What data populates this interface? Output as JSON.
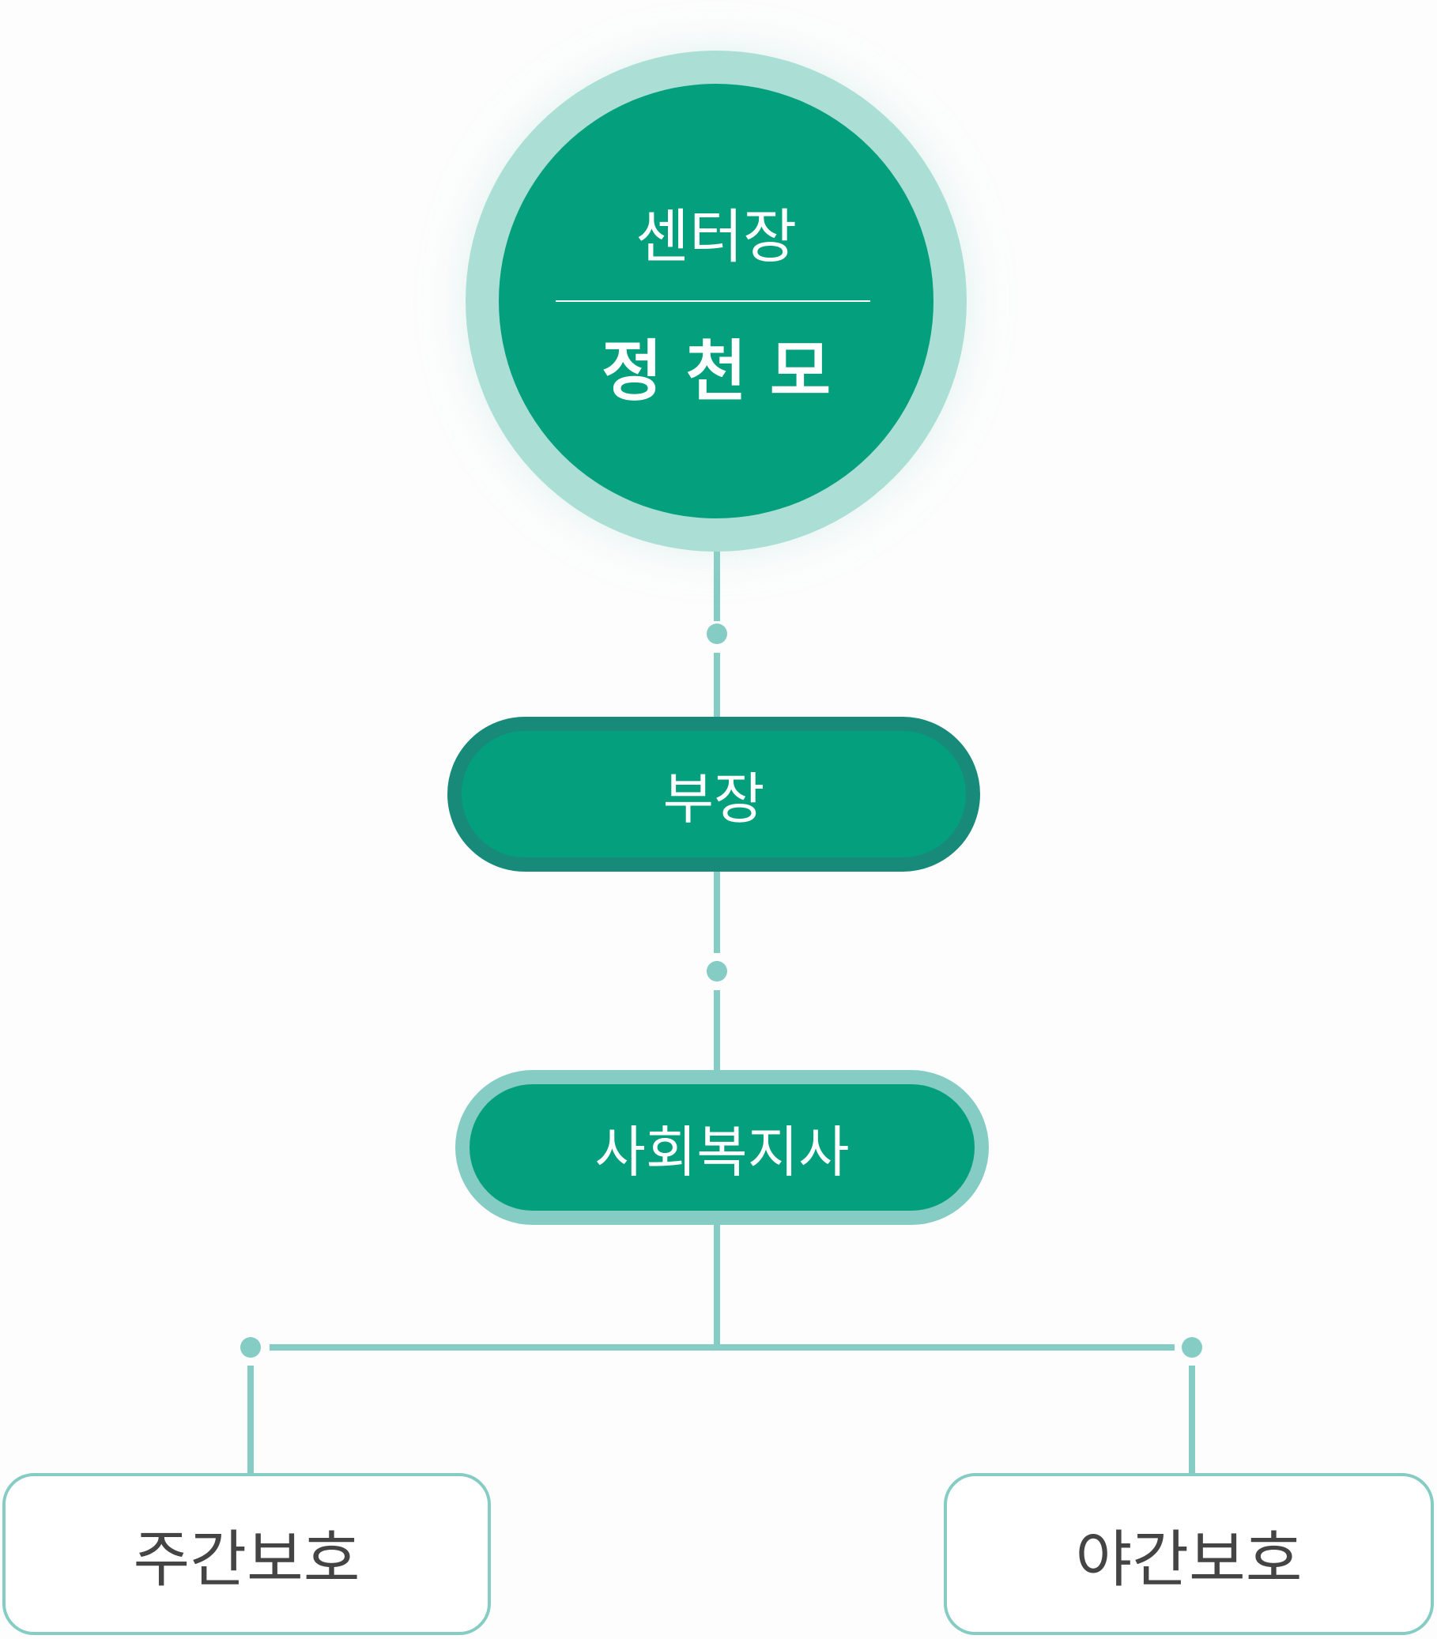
{
  "director": {
    "title": "센터장",
    "name": "정 천 모"
  },
  "levels": {
    "deputy": "부장",
    "social_worker": "사회복지사"
  },
  "teams": [
    {
      "label": "주간보호"
    },
    {
      "label": "야간보호"
    }
  ],
  "colors": {
    "primary": "#04a07e",
    "ring": "#abdfd6",
    "connector": "#85cdc4",
    "deputy_border": "#178a7a",
    "team_text": "#444444"
  }
}
